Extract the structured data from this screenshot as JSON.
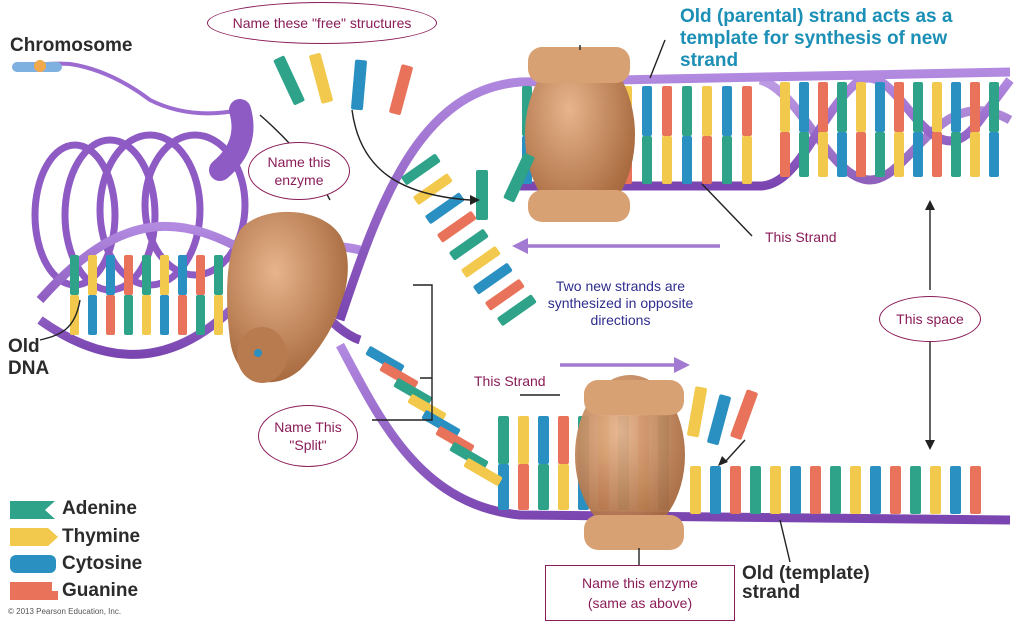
{
  "labels": {
    "chromosome": "Chromosome",
    "old_dna_1": "Old",
    "old_dna_2": "DNA",
    "parental": "Old (parental) strand acts as a template for synthesis of new strand",
    "old_template_1": "Old (template)",
    "old_template_2": "strand",
    "copyright": "© 2013 Pearson Education, Inc."
  },
  "questions": {
    "free_structures": "Name these \"free\" structures",
    "enzyme": "Name this enzyme",
    "split": "Name This \"Split\"",
    "space": "This space",
    "enzyme_same": "Name this enzyme\n(same as above)",
    "this_strand_top": "This Strand",
    "this_strand_bottom": "This Strand"
  },
  "center_text": "Two new strands are synthesized in opposite directions",
  "legend": [
    {
      "name": "Adenine",
      "color": "#2fa38a"
    },
    {
      "name": "Thymine",
      "color": "#f2c94c"
    },
    {
      "name": "Cytosine",
      "color": "#2a8fc1"
    },
    {
      "name": "Guanine",
      "color": "#e8735a"
    }
  ],
  "colors": {
    "backbone": "#8e5bc4",
    "protein": "#c98a5e",
    "annotation": "#8a1d58"
  }
}
